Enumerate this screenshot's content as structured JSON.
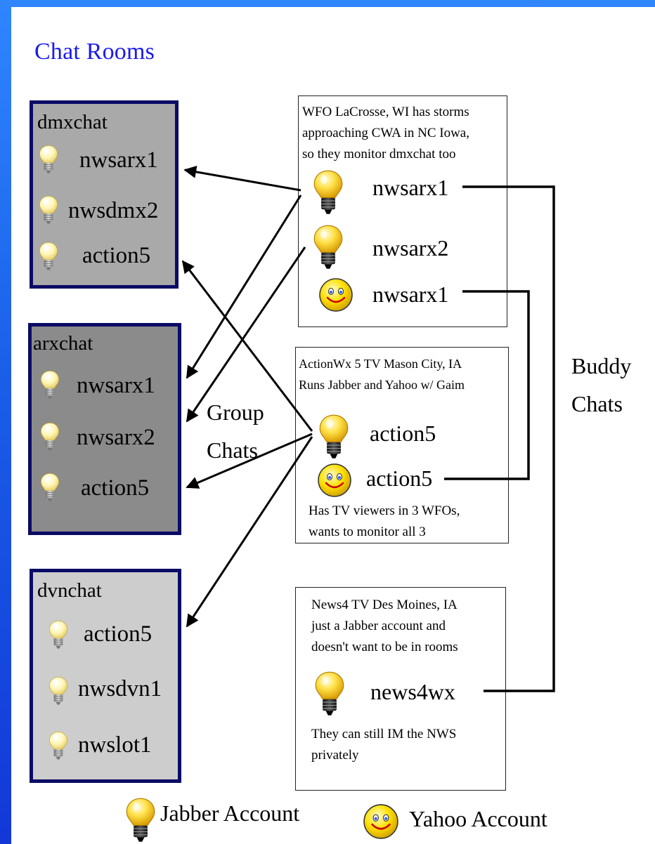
{
  "title": "Chat Rooms",
  "rooms": [
    {
      "name": "dmxchat",
      "members": [
        "nwsarx1",
        "nwsdmx2",
        "action5"
      ]
    },
    {
      "name": "arxchat",
      "members": [
        "nwsarx1",
        "nwsarx2",
        "action5"
      ]
    },
    {
      "name": "dvnchat",
      "members": [
        "action5",
        "nwsdvn1",
        "nwslot1"
      ]
    }
  ],
  "clients": [
    {
      "note": [
        "WFO LaCrosse, WI has storms",
        "approaching CWA in NC Iowa,",
        "so they monitor dmxchat too"
      ],
      "accounts": [
        {
          "type": "jabber",
          "name": "nwsarx1"
        },
        {
          "type": "jabber",
          "name": "nwsarx2"
        },
        {
          "type": "yahoo",
          "name": "nwsarx1"
        }
      ]
    },
    {
      "note": [
        "ActionWx 5 TV  Mason City, IA",
        "Runs Jabber and Yahoo w/ Gaim"
      ],
      "accounts": [
        {
          "type": "jabber",
          "name": "action5"
        },
        {
          "type": "yahoo",
          "name": "action5"
        }
      ],
      "footnote": [
        "Has TV viewers in 3 WFOs,",
        "wants to monitor all 3"
      ]
    },
    {
      "note": [
        "News4 TV Des Moines, IA",
        "just a Jabber account and",
        "doesn't  want to be in rooms"
      ],
      "accounts": [
        {
          "type": "jabber",
          "name": "news4wx"
        }
      ],
      "footnote": [
        "They can still IM the NWS",
        "privately"
      ]
    }
  ],
  "labels": {
    "group_chats": [
      "Group",
      "Chats"
    ],
    "buddy_chats": [
      "Buddy",
      "Chats"
    ]
  },
  "legend": {
    "jabber": "Jabber Account",
    "yahoo": "Yahoo Account"
  },
  "colors": {
    "room_border": "#0b0b66",
    "dmxchat_fill": "#a9a9a9",
    "arxchat_fill": "#8b8b8b",
    "dvnchat_fill": "#cdcdcd",
    "title": "#1a1aee",
    "background": "#1a5ee8"
  }
}
